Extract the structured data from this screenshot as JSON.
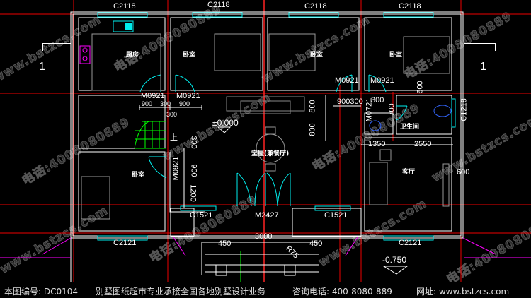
{
  "watermark": {
    "site": "www.bstzcs.com",
    "phone": "电话:4008080889"
  },
  "axis_labels": {
    "left": "1",
    "right": "1"
  },
  "windows": {
    "top": [
      "C2118",
      "C2118",
      "C2118",
      "C2118"
    ],
    "bottom": [
      "C2121",
      "C2121"
    ],
    "front": [
      "C1521",
      "C1521"
    ],
    "right_side": "C1218"
  },
  "doors": {
    "kitchen": "M0921",
    "bedroom1": "M0921",
    "bedroom2": "M0921",
    "bedroom3": "M0921",
    "bedroom_left": "M0921",
    "bath": "M0721",
    "main": "M2427"
  },
  "rooms": {
    "kitchen": "厨房",
    "bedroom1": "卧室",
    "bedroom2": "卧室",
    "bedroom3": "卧室",
    "bathroom": "卫生间",
    "hall": "堂屋(兼餐厅)",
    "bedroom_left": "卧室",
    "living": "客厅"
  },
  "dims": {
    "d900a": "900",
    "d300a": "300",
    "d900b": "900",
    "d300b": "300",
    "d900300": "900300",
    "d300c": "300",
    "d1350": "1350",
    "d2550": "2550",
    "d300v": "300",
    "d900v": "900",
    "d1200v": "1200",
    "d800a": "800",
    "d800b": "800",
    "d700": "700",
    "d600v": "600",
    "d3000": "3000",
    "d450a": "450",
    "d450b": "450",
    "d600": "600",
    "r": "R75"
  },
  "levels": {
    "floor": "±0.000",
    "outside": "-0.750"
  },
  "stair_label": "上",
  "footer": {
    "drawing_no": "本图编号: DC0104",
    "slogan": "别墅图纸超市专业承接全国各地别墅设计业务",
    "phone": "咨询电话: 400-8080-889",
    "site": "网址: www.bstzcs.com"
  }
}
